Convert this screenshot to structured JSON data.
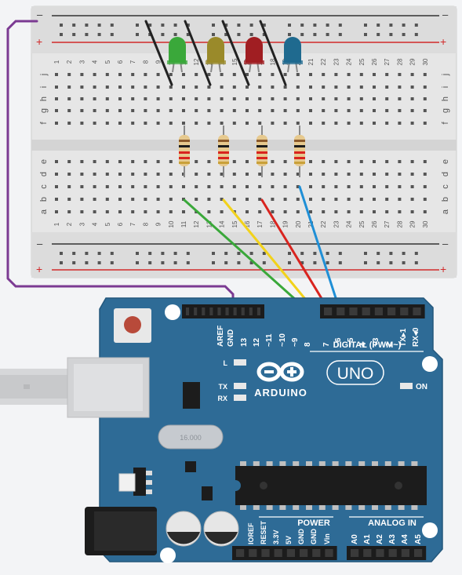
{
  "breadboard": {
    "plus_label": "+",
    "minus_label": "–",
    "column_numbers": [
      "1",
      "2",
      "3",
      "4",
      "5",
      "6",
      "7",
      "8",
      "9",
      "10",
      "11",
      "12",
      "13",
      "14",
      "15",
      "16",
      "17",
      "18",
      "19",
      "20",
      "21",
      "22",
      "23",
      "24",
      "25",
      "26",
      "27",
      "28",
      "29",
      "30"
    ],
    "top_row_letters": [
      "j",
      "i",
      "h",
      "g",
      "f"
    ],
    "bottom_row_letters": [
      "e",
      "d",
      "c",
      "b",
      "a"
    ]
  },
  "leds": [
    {
      "color": "#3aa83a"
    },
    {
      "color": "#9a8a2a"
    },
    {
      "color": "#a01e22"
    },
    {
      "color": "#1f6a8f"
    }
  ],
  "wires": {
    "green": "#3aa83a",
    "yellow": "#f2d21b",
    "red": "#d9241f",
    "blue": "#1f8fd6",
    "purple": "#7b3a92"
  },
  "arduino": {
    "brand": "ARDUINO",
    "model": "UNO",
    "digital_label": "DIGITAL (PWM~)",
    "power_label": "POWER",
    "analog_label": "ANALOG IN",
    "on_label": "ON",
    "l_label": "L",
    "tx_label": "TX",
    "rx_label": "RX",
    "crystal_label": "16.000",
    "digital_pins": [
      "AREF",
      "GND",
      "13",
      "12",
      "~11",
      "~10",
      "~9",
      "8",
      "7",
      "~6",
      "~5",
      "4",
      "~3",
      "2",
      "TX▸1",
      "RX◂0"
    ],
    "power_pins": [
      "IOREF",
      "RESET",
      "3.3V",
      "5V",
      "GND",
      "GND",
      "Vin"
    ],
    "analog_pins": [
      "A0",
      "A1",
      "A2",
      "A3",
      "A4",
      "A5"
    ]
  }
}
